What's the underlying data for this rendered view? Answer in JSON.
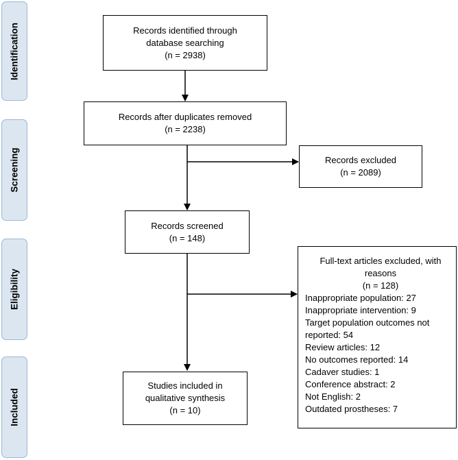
{
  "phases": {
    "identification": "Identification",
    "screening": "Screening",
    "eligibility": "Eligibility",
    "included": "Included"
  },
  "boxes": {
    "identified": {
      "line1": "Records identified through",
      "line2": "database searching",
      "count": "(n = 2938)"
    },
    "duplicates": {
      "line1": "Records after duplicates removed",
      "count": "(n = 2238)"
    },
    "excluded": {
      "line1": "Records excluded",
      "count": "(n = 2089)"
    },
    "screened": {
      "line1": "Records screened",
      "count": "(n = 148)"
    },
    "fulltext_excluded": {
      "line1": "Full-text articles excluded, with",
      "line2": "reasons",
      "count": "(n = 128)",
      "reasons": [
        "Inappropriate population: 27",
        "Inappropriate intervention: 9",
        "Target population outcomes not",
        "reported: 54",
        "Review articles: 12",
        "No outcomes reported: 14",
        "Cadaver studies: 1",
        "Conference abstract: 2",
        "Not English: 2",
        "Outdated prostheses: 7"
      ]
    },
    "included": {
      "line1": "Studies included in",
      "line2": "qualitative synthesis",
      "count": "(n = 10)"
    }
  }
}
